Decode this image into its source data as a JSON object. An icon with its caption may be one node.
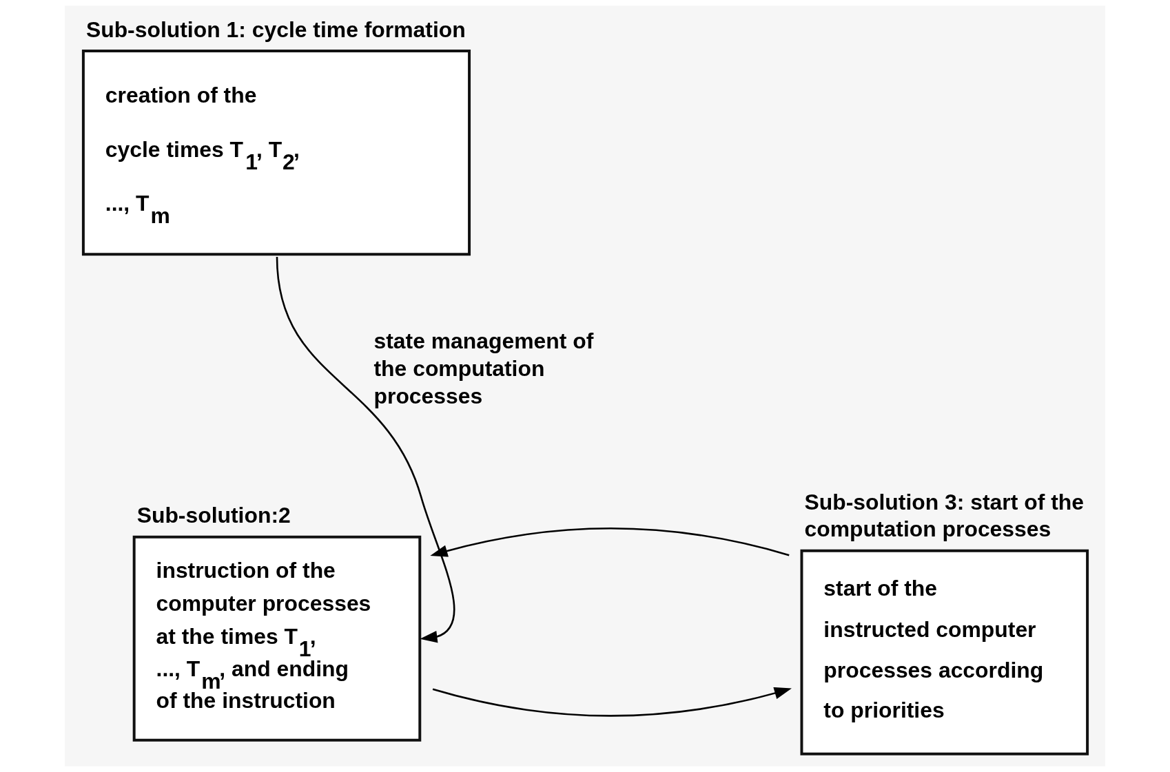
{
  "diagram": {
    "nodes": [
      {
        "text": [
          "Sub-solution 1: cycle time formation",
          "creation of the cycle times T$_{1}$, T$_{2}$, ..., T$_{m}$"
        ]
      },
      {
        "text": [
          "Sub-solution:2",
          "instruction of the computer processes at the times T$_{1}$, ..., T$_{m}$, and ending of the instruction"
        ]
      },
      {
        "text": [
          "Sub-solution 3: start of the computation processes",
          "start of the instructed computer processes according to priorities"
        ]
      }
    ],
    "edges": [
      {
        "from": 0,
        "to": 1,
        "arrow": "to",
        "label": "state management of the computation processes"
      },
      {
        "from": 1,
        "to": 2,
        "arrow": "to"
      },
      {
        "from": 2,
        "to": 1,
        "arrow": "to"
      }
    ]
  }
}
